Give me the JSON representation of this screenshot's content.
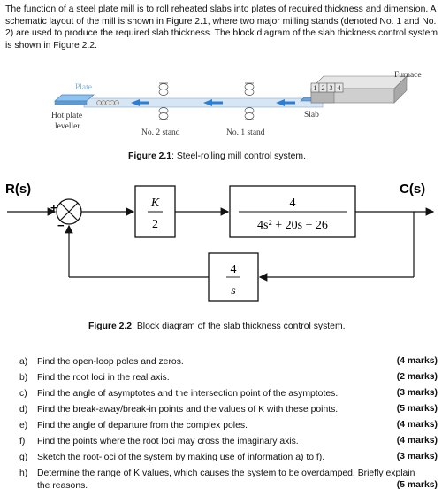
{
  "intro": "The function of a steel plate mill is to roll reheated slabs into plates of required thickness and dimension. A schematic layout of the mill is shown in Figure 2.1, where two major milling stands (denoted No. 1 and No. 2) are used to produce the required slab thickness. The block diagram of the slab thickness control system is shown in Figure 2.2.",
  "fig1": {
    "plate": "Plate",
    "hot_plate_leveller": "Hot plate leveller",
    "no2_stand": "No. 2 stand",
    "no1_stand": "No. 1 stand",
    "slab": "Slab",
    "furnace": "Furnace",
    "furnace_slots": [
      "1",
      "2",
      "3",
      "4"
    ],
    "caption_label": "Figure 2.1",
    "caption_text": ": Steel-rolling mill control system."
  },
  "fig2": {
    "input": "R(s)",
    "output": "C(s)",
    "sum_sign": "+",
    "sum_minus": "−",
    "gain_num": "K",
    "gain_den": "2",
    "plant_num": "4",
    "plant_den": "4s² + 20s + 26",
    "feedback_num": "4",
    "feedback_den": "s",
    "caption_label": "Figure 2.2",
    "caption_text": ": Block diagram of the slab thickness control system."
  },
  "questions": [
    {
      "letter": "a)",
      "text": "Find the open-loop poles and zeros.",
      "marks": "(4 marks)"
    },
    {
      "letter": "b)",
      "text": "Find the root loci in the real axis.",
      "marks": "(2 marks)"
    },
    {
      "letter": "c)",
      "text": "Find the angle of asymptotes and the intersection point of the asymptotes.",
      "marks": "(3 marks)"
    },
    {
      "letter": "d)",
      "text": "Find the break-away/break-in points and the values of K with these points.",
      "marks": "(5 marks)"
    },
    {
      "letter": "e)",
      "text": "Find the angle of departure from the complex poles.",
      "marks": "(4 marks)"
    },
    {
      "letter": "f)",
      "text": "Find the points where the root loci may cross the imaginary axis.",
      "marks": "(4 marks)"
    },
    {
      "letter": "g)",
      "text": "Sketch the root-loci of the system by making use of information a) to f).",
      "marks": "(3 marks)"
    },
    {
      "letter": "h)",
      "text": "Determine the range of K values, which causes the system to be overdamped. Briefly explain",
      "text2": "the reasons.",
      "marks": "(5 marks)"
    }
  ]
}
